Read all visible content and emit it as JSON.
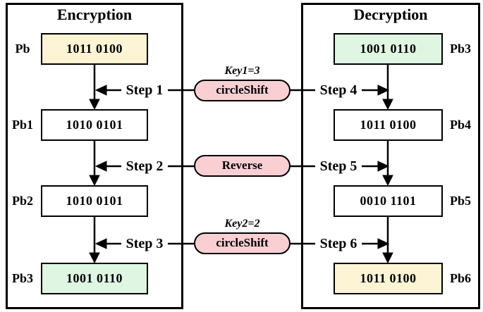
{
  "colors": {
    "cream": "#fcf4d5",
    "green": "#dff7e2",
    "pink": "#f9cfd4",
    "line": "#000000"
  },
  "encryption": {
    "title": "Encryption",
    "rows": [
      {
        "label": "Pb",
        "value": "1011 0100",
        "fill": "cream"
      },
      {
        "label": "Pb1",
        "value": "1010 0101",
        "fill": "white"
      },
      {
        "label": "Pb2",
        "value": "1010 0101",
        "fill": "white"
      },
      {
        "label": "Pb3",
        "value": "1001 0110",
        "fill": "green"
      }
    ],
    "steps": [
      {
        "label": "Step 1"
      },
      {
        "label": "Step 2"
      },
      {
        "label": "Step 3"
      }
    ]
  },
  "decryption": {
    "title": "Decryption",
    "rows": [
      {
        "label": "Pb3",
        "value": "1001 0110",
        "fill": "green"
      },
      {
        "label": "Pb4",
        "value": "1011 0100",
        "fill": "white"
      },
      {
        "label": "Pb5",
        "value": "0010 1101",
        "fill": "white"
      },
      {
        "label": "Pb6",
        "value": "1011 0100",
        "fill": "cream"
      }
    ],
    "steps": [
      {
        "label": "Step 4"
      },
      {
        "label": "Step 5"
      },
      {
        "label": "Step 6"
      }
    ]
  },
  "operations": [
    {
      "key": "Key1=3",
      "label": "circleShift",
      "fill": "pink"
    },
    {
      "label": "Reverse",
      "fill": "pink"
    },
    {
      "key": "Key2=2",
      "label": "circleShift",
      "fill": "pink"
    }
  ]
}
